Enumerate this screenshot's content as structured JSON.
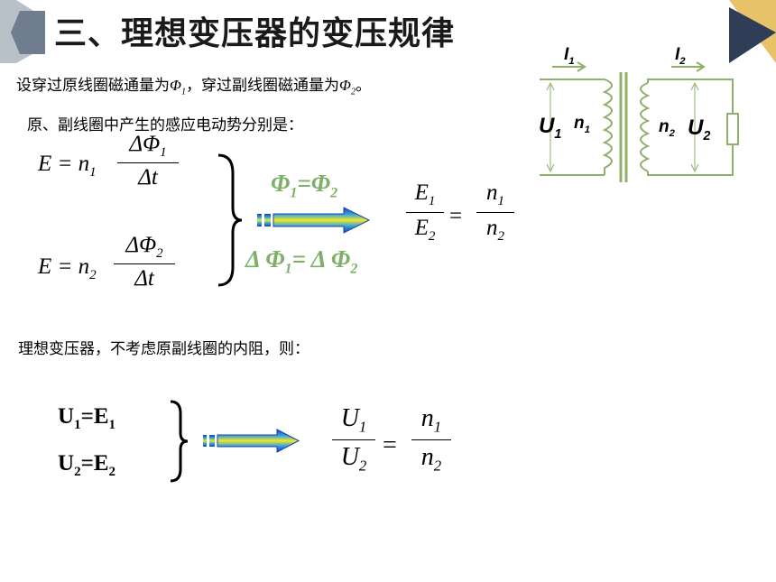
{
  "title": "三、理想变压器的变压规律",
  "intro": {
    "part1": "设穿过原线圈磁通量为",
    "phi1": "Φ",
    "phi1_sub": "1",
    "part2": "，穿过副线圈磁通量为",
    "phi2": "Φ",
    "phi2_sub": "2",
    "part3": "。"
  },
  "emf_line": "原、副线圈中产生的感应电动势分别是：",
  "eq1": {
    "lhs": "E = n",
    "n_sub": "1",
    "num": "ΔΦ",
    "num_sub": "1",
    "den": "Δt"
  },
  "eq2": {
    "lhs": "E = n",
    "n_sub": "2",
    "num": "ΔΦ",
    "num_sub": "2",
    "den": "Δt"
  },
  "cond1": {
    "a": "Φ",
    "a_sub": "1",
    "op": "=",
    "b": "Φ",
    "b_sub": "2"
  },
  "cond2": {
    "a": "Δ Φ",
    "a_sub": "1",
    "op": "= Δ ",
    "b": "Φ",
    "b_sub": "2"
  },
  "result1": {
    "num": "E",
    "num_sub": "1",
    "den": "E",
    "den_sub": "2",
    "eq": "=",
    "rnum": "n",
    "rnum_sub": "1",
    "rden": "n",
    "rden_sub": "2"
  },
  "ideal_line": "理想变压器，不考虑原副线圈的内阻，则：",
  "u1": {
    "a": "U",
    "a_sub": "1",
    "op": "=",
    "b": "E",
    "b_sub": "1"
  },
  "u2": {
    "a": "U",
    "a_sub": "2",
    "op": "=",
    "b": "E",
    "b_sub": "2"
  },
  "result2": {
    "num": "U",
    "num_sub": "1",
    "den": "U",
    "den_sub": "2",
    "eq": "=",
    "rnum": "n",
    "rnum_sub": "1",
    "rden": "n",
    "rden_sub": "2"
  },
  "circuit": {
    "I1": "I",
    "I1_sub": "1",
    "I2": "I",
    "I2_sub": "2",
    "U1": "U",
    "U1_sub": "1",
    "n1": "n",
    "n1_sub": "1",
    "n2": "n",
    "n2_sub": "2",
    "U2": "U",
    "U2_sub": "2"
  },
  "colors": {
    "green": "#7fb06a",
    "navy": "#2f3d57",
    "gold": "#e8c268",
    "gray": "#9ea8b3"
  }
}
